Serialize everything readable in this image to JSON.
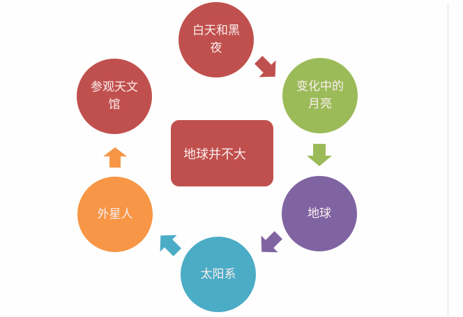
{
  "diagram": {
    "type": "cycle",
    "center": {
      "label": "地球并不大",
      "color": "#c0504d"
    },
    "nodes": [
      {
        "id": "day-night",
        "label": "白天和黑夜",
        "color": "#c0504d"
      },
      {
        "id": "changing-moon",
        "label": "变化中的月亮",
        "color": "#9bbb59"
      },
      {
        "id": "earth",
        "label": "地球",
        "color": "#8064a2"
      },
      {
        "id": "solar-system",
        "label": "太阳系",
        "color": "#4bacc6"
      },
      {
        "id": "aliens",
        "label": "外星人",
        "color": "#f79646"
      },
      {
        "id": "planetarium",
        "label": "参观天文馆",
        "color": "#c0504d"
      }
    ],
    "arrows": [
      {
        "from": "day-night",
        "to": "changing-moon",
        "color": "#c0504d"
      },
      {
        "from": "changing-moon",
        "to": "earth",
        "color": "#9bbb59"
      },
      {
        "from": "earth",
        "to": "solar-system",
        "color": "#8064a2"
      },
      {
        "from": "solar-system",
        "to": "aliens",
        "color": "#4bacc6"
      },
      {
        "from": "aliens",
        "to": "planetarium",
        "color": "#f79646"
      }
    ]
  }
}
